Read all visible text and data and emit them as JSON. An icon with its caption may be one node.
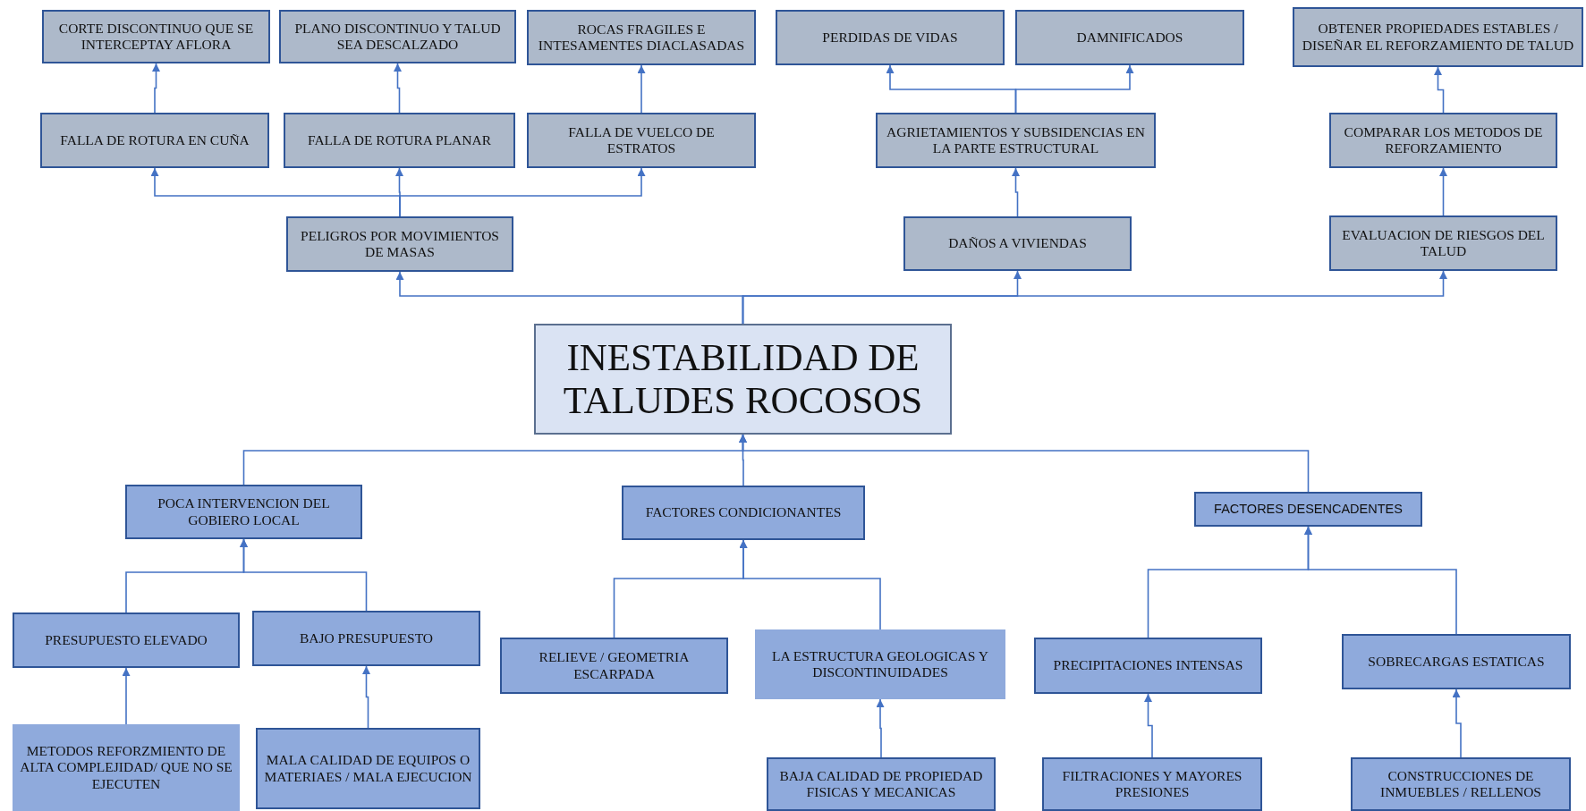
{
  "diagram": {
    "nodes": [
      {
        "text": [
          "CORTE DISCONTINUO QUE SE INTERCEPTAY AFLORA"
        ]
      },
      {
        "text": [
          "PLANO DISCONTINUO Y TALUD SEA DESCALZADO"
        ]
      },
      {
        "text": [
          "ROCAS FRAGILES E INTESAMENTES DIACLASADAS"
        ]
      },
      {
        "text": [
          "PERDIDAS DE VIDAS"
        ]
      },
      {
        "text": [
          "DAMNIFICADOS"
        ]
      },
      {
        "text": [
          "OBTENER PROPIEDADES ESTABLES / DISEÑAR EL REFORZAMIENTO DE TALUD"
        ]
      },
      {
        "text": [
          "FALLA DE ROTURA EN CUÑA"
        ]
      },
      {
        "text": [
          "FALLA DE ROTURA PLANAR"
        ]
      },
      {
        "text": [
          "FALLA DE VUELCO DE ESTRATOS"
        ]
      },
      {
        "text": [
          "AGRIETAMIENTOS Y SUBSIDENCIAS EN LA PARTE ESTRUCTURAL"
        ]
      },
      {
        "text": [
          "COMPARAR  LOS METODOS DE REFORZAMIENTO"
        ]
      },
      {
        "text": [
          "PELIGROS POR MOVIMIENTOS DE MASAS"
        ]
      },
      {
        "text": [
          "DAÑOS A VIVIENDAS"
        ]
      },
      {
        "text": [
          "EVALUACION DE RIESGOS DEL TALUD"
        ]
      },
      {
        "text": [
          "INESTABILIDAD DE TALUDES ROCOSOS"
        ]
      },
      {
        "text": [
          "POCA INTERVENCION DEL GOBIERO LOCAL"
        ]
      },
      {
        "text": [
          "FACTORES CONDICIONANTES"
        ]
      },
      {
        "text": [
          "FACTORES DESENCADENTES"
        ]
      },
      {
        "text": [
          "PRESUPUESTO ELEVADO"
        ]
      },
      {
        "text": [
          "BAJO PRESUPUESTO"
        ]
      },
      {
        "text": [
          "RELIEVE / GEOMETRIA ESCARPADA"
        ]
      },
      {
        "text": [
          "LA ESTRUCTURA GEOLOGICAS Y DISCONTINUIDADES"
        ]
      },
      {
        "text": [
          "PRECIPITACIONES INTENSAS"
        ]
      },
      {
        "text": [
          "SOBRECARGAS ESTATICAS"
        ]
      },
      {
        "text": [
          "METODOS REFORZMIENTO DE ALTA COMPLEJIDAD/ QUE NO SE EJECUTEN"
        ]
      },
      {
        "text": [
          "MALA CALIDAD DE EQUIPOS O MATERIAES / MALA EJECUCION"
        ]
      },
      {
        "text": [
          "BAJA CALIDAD DE PROPIEDAD FISICAS Y MECANICAS"
        ]
      },
      {
        "text": [
          "FILTRACIONES Y MAYORES PRESIONES"
        ]
      },
      {
        "text": [
          "CONSTRUCCIONES DE INMUEBLES  / RELLENOS"
        ]
      }
    ],
    "edges": [
      {
        "from": 6,
        "to": 0,
        "arrow": "to"
      },
      {
        "from": 7,
        "to": 1,
        "arrow": "to"
      },
      {
        "from": 8,
        "to": 2,
        "arrow": "to"
      },
      {
        "from": 9,
        "to": 3,
        "arrow": "to"
      },
      {
        "from": 9,
        "to": 4,
        "arrow": "to"
      },
      {
        "from": 10,
        "to": 5,
        "arrow": "to"
      },
      {
        "from": 11,
        "to": 6,
        "arrow": "to"
      },
      {
        "from": 11,
        "to": 7,
        "arrow": "to"
      },
      {
        "from": 11,
        "to": 8,
        "arrow": "to"
      },
      {
        "from": 12,
        "to": 9,
        "arrow": "to"
      },
      {
        "from": 13,
        "to": 10,
        "arrow": "to"
      },
      {
        "from": 14,
        "to": 11,
        "arrow": "to"
      },
      {
        "from": 14,
        "to": 12,
        "arrow": "to"
      },
      {
        "from": 14,
        "to": 13,
        "arrow": "to"
      },
      {
        "from": 15,
        "to": 14,
        "arrow": "to"
      },
      {
        "from": 16,
        "to": 14,
        "arrow": "to"
      },
      {
        "from": 17,
        "to": 14,
        "arrow": "to"
      },
      {
        "from": 18,
        "to": 15,
        "arrow": "to"
      },
      {
        "from": 19,
        "to": 15,
        "arrow": "to"
      },
      {
        "from": 20,
        "to": 16,
        "arrow": "to"
      },
      {
        "from": 21,
        "to": 16,
        "arrow": "to"
      },
      {
        "from": 22,
        "to": 17,
        "arrow": "to"
      },
      {
        "from": 23,
        "to": 17,
        "arrow": "to"
      },
      {
        "from": 24,
        "to": 18,
        "arrow": "to"
      },
      {
        "from": 25,
        "to": 19,
        "arrow": "to"
      },
      {
        "from": 26,
        "to": 21,
        "arrow": "to"
      },
      {
        "from": 27,
        "to": 22,
        "arrow": "to"
      },
      {
        "from": 28,
        "to": 23,
        "arrow": "to"
      }
    ]
  }
}
